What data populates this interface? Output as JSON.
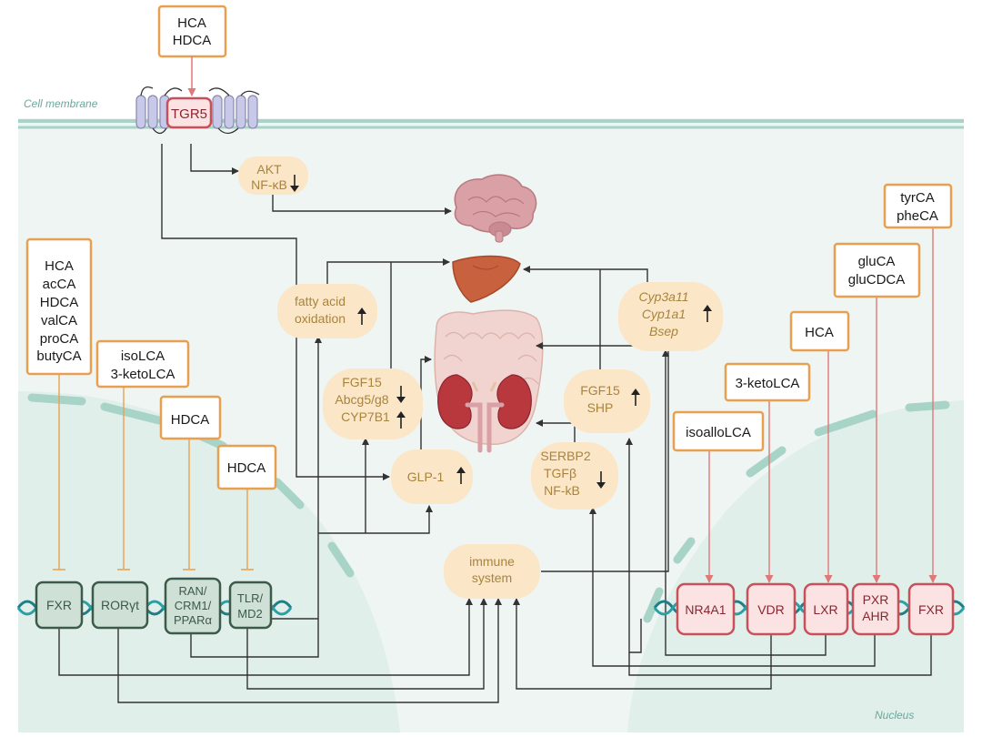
{
  "labels": {
    "cell_membrane": "Cell membrane",
    "nucleus": "Nucleus"
  },
  "ligands": {
    "top": [
      "HCA",
      "HDCA"
    ],
    "fxr_left": [
      "HCA",
      "acCA",
      "HDCA",
      "valCA",
      "proCA",
      "butyCA"
    ],
    "rorgt": [
      "isoLCA",
      "3-ketoLCA"
    ],
    "ran": [
      "HDCA"
    ],
    "tlr": [
      "HDCA"
    ],
    "nr4a1": [
      "isoalloLCA"
    ],
    "vdr": [
      "3-ketoLCA"
    ],
    "lxr": [
      "HCA"
    ],
    "pxr": [
      "gluCA",
      "gluCDCA"
    ],
    "fxr_right": [
      "tyrCA",
      "pheCA"
    ]
  },
  "receptors": {
    "tgr5": "TGR5",
    "fxr_left": "FXR",
    "rorgt": "RORγt",
    "ran": [
      "RAN/",
      "CRM1/",
      "PPARα"
    ],
    "tlr": [
      "TLR/",
      "MD2"
    ],
    "nr4a1": "NR4A1",
    "vdr": "VDR",
    "lxr": "LXR",
    "pxr": [
      "PXR",
      "AHR"
    ],
    "fxr_right": "FXR"
  },
  "effects": {
    "akt": {
      "lines": [
        "AKT",
        "NF-κB"
      ],
      "direction": "down"
    },
    "fatty_acid": {
      "lines": [
        "fatty acid",
        "oxidation"
      ],
      "direction": "up"
    },
    "fgf15_left": {
      "lines": [
        "FGF15",
        "Abcg5/g8",
        "CYP7B1"
      ],
      "directions": [
        "down",
        "up"
      ]
    },
    "glp1": {
      "lines": [
        "GLP-1"
      ],
      "direction": "up"
    },
    "cyp": {
      "lines": [
        "Cyp3a11",
        "Cyp1a1",
        "Bsep"
      ],
      "direction": "up"
    },
    "fgf15_right": {
      "lines": [
        "FGF15",
        "SHP"
      ],
      "direction": "up"
    },
    "serbp2": {
      "lines": [
        "SERBP2",
        "TGFβ",
        "NF-kB"
      ],
      "direction": "down"
    },
    "immune": {
      "lines": [
        "immune",
        "system"
      ]
    }
  },
  "organs": [
    "brain-icon",
    "liver-icon",
    "intestine-icon",
    "kidney-icon"
  ],
  "colors": {
    "background": "#eef5f2",
    "membrane": "#a8d4c8",
    "ligand_border": "#e8a050",
    "effect_fill": "#fbe6c8",
    "effect_text": "#a8843c",
    "receptor_green_border": "#3c5a4a",
    "receptor_green_fill": "#cfe0d6",
    "receptor_red_border": "#c8505a",
    "receptor_red_fill": "#fbe3e3",
    "line": "#333333",
    "inhibit_line": "#e8a050",
    "activate_line": "#e07878"
  }
}
